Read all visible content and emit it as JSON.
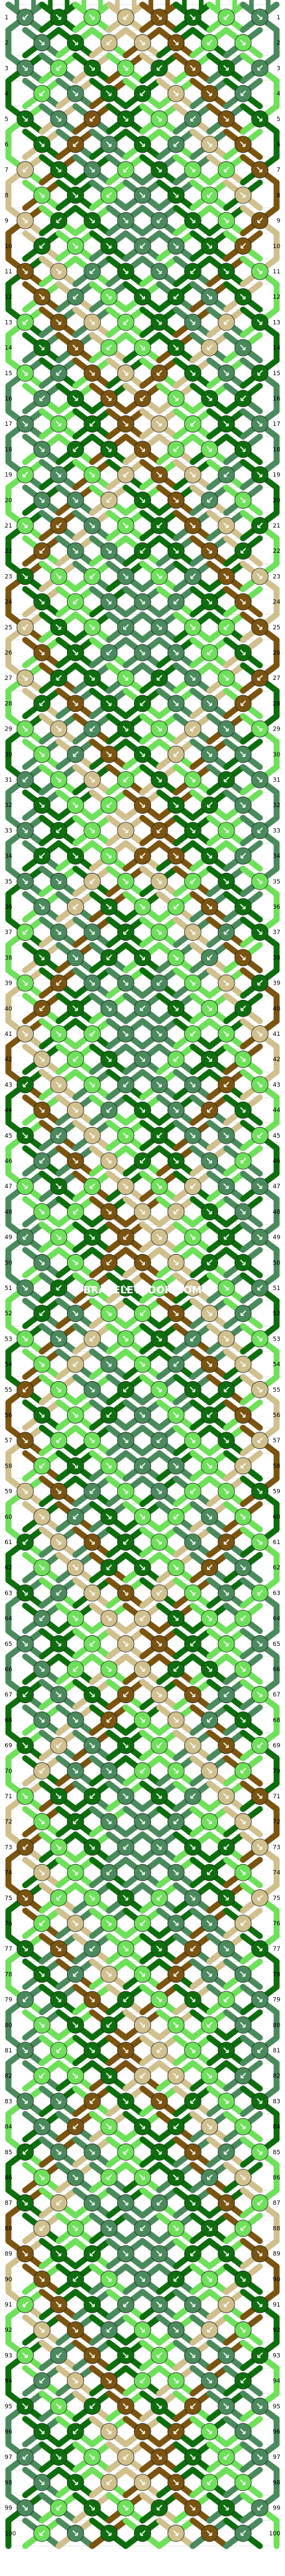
{
  "pattern": {
    "rows": 100,
    "strings": 16,
    "row_labels": [
      "1",
      "2",
      "3",
      "4",
      "5",
      "6",
      "7",
      "8",
      "9",
      "10",
      "11",
      "12",
      "13",
      "14",
      "15",
      "16",
      "17",
      "18",
      "19",
      "20",
      "21",
      "22",
      "23",
      "24",
      "25",
      "26",
      "27",
      "28",
      "29",
      "30",
      "31",
      "32",
      "33",
      "34",
      "35",
      "36",
      "37",
      "38",
      "39",
      "40",
      "41",
      "42",
      "43",
      "44",
      "45",
      "46",
      "47",
      "48",
      "49",
      "50",
      "51",
      "52",
      "53",
      "54",
      "55",
      "56",
      "57",
      "58",
      "59",
      "60",
      "61",
      "62",
      "63",
      "64",
      "65",
      "66",
      "67",
      "68",
      "69",
      "70",
      "71",
      "72",
      "73",
      "74",
      "75",
      "76",
      "77",
      "78",
      "79",
      "80",
      "81",
      "82",
      "83",
      "84",
      "85",
      "86",
      "87",
      "88",
      "89",
      "90",
      "91",
      "92",
      "93",
      "94",
      "95",
      "96",
      "97",
      "98",
      "99",
      "100"
    ],
    "string_colors_top": [
      "#4a8a5c",
      "#4a8a5c",
      "#0e6e0e",
      "#0e6e0e",
      "#6ee05a",
      "#6ee05a",
      "#d0c08e",
      "#d0c08e",
      "#7a5410",
      "#7a5410",
      "#0e6e0e",
      "#0e6e0e",
      "#6ee05a",
      "#6ee05a",
      "#4a8a5c",
      "#4a8a5c"
    ],
    "palette": {
      "sage": "#4a8a5c",
      "dark_green": "#0e6e0e",
      "light_green": "#6ee05a",
      "tan": "#d0c08e",
      "brown": "#7a5410",
      "grid_line": "#cccccc",
      "outline": "#222222"
    },
    "knot_icon": "arrow-icon",
    "watermark": "BRACELETBOOK.COM"
  }
}
